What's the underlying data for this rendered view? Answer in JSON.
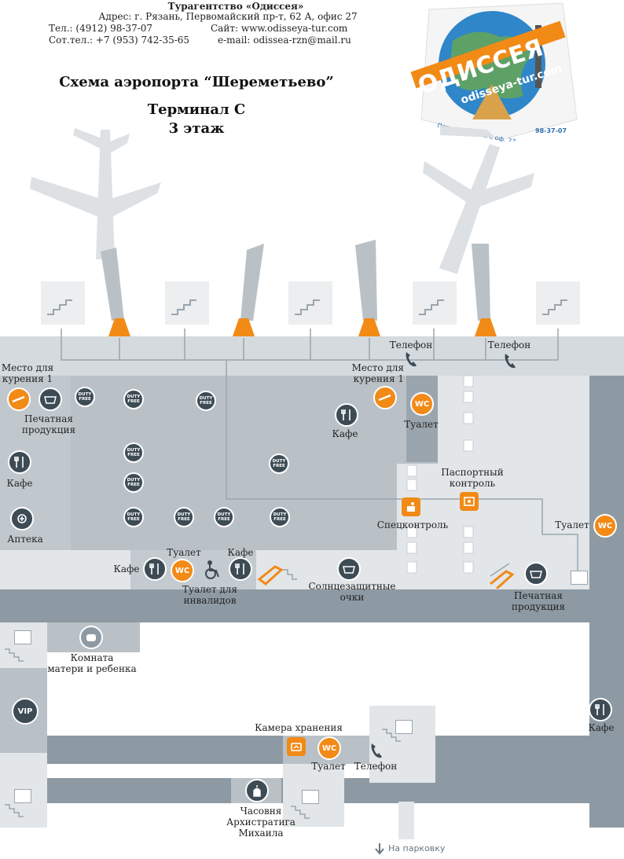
{
  "header": {
    "agency": "Турагентство «Одиссея»",
    "address": "Адрес: г. Рязань, Первомайский пр-т, 62 А, офис 27",
    "phone": "Тел.: (4912) 98-37-07",
    "site": "Сайт: www.odisseya-tur.com",
    "mobile": "Сот.тел.: +7 (953) 742-35-65",
    "email": "e-mail: odissea-rzn@mail.ru"
  },
  "title": {
    "main": "Схема аэропорта “Шереметьево”",
    "terminal": "Терминал C",
    "floor": "3 этаж"
  },
  "logo": {
    "brand": "ОДИССЕЯ",
    "site": "odisseya-tur.com",
    "address": "Первомайка,62А, оф. 27",
    "phone": "98-37-07"
  },
  "labels": {
    "smoking_left": "Место для\nкурения 1",
    "smoking_right": "Место для\nкурения 1",
    "print_left": "Печатная\nпродукция",
    "print_right": "Печатная\nпродукция",
    "cafe_left": "Кафе",
    "cafe_mid": "Кафе",
    "cafe_bottom_left": "Кафе",
    "cafe_bottom_mid": "Кафе",
    "cafe_right": "Кафе",
    "pharmacy": "Аптека",
    "phone_1": "Телефон",
    "phone_2": "Телефон",
    "phone_3": "Телефон",
    "wc_mid": "Туалет",
    "wc_right": "Туалет",
    "wc_bottom": "Туалет",
    "wc_lower": "Туалет",
    "disabled_wc": "Туалет для\nинвалидов",
    "passport": "Паспортный\nконтроль",
    "security": "Спецконтроль",
    "sunglasses": "Солнцезащитные\nочки",
    "mother_child": "Комната\nматери и ребенка",
    "storage": "Камера хранения",
    "chapel": "Часовня\nАрхистратига\nМихаила",
    "parking": "На парковку",
    "vip": "VIP",
    "wc_glyph": "WC",
    "duty_free": "DUTY\nFREE"
  },
  "colors": {
    "accent": "#f28a16",
    "dark_icon": "#3d4b55",
    "zone_dark": "#8e9aa3",
    "zone_mid": "#b9c1c7",
    "zone_light": "#d5dade",
    "zone_pale": "#e6e9ec"
  }
}
